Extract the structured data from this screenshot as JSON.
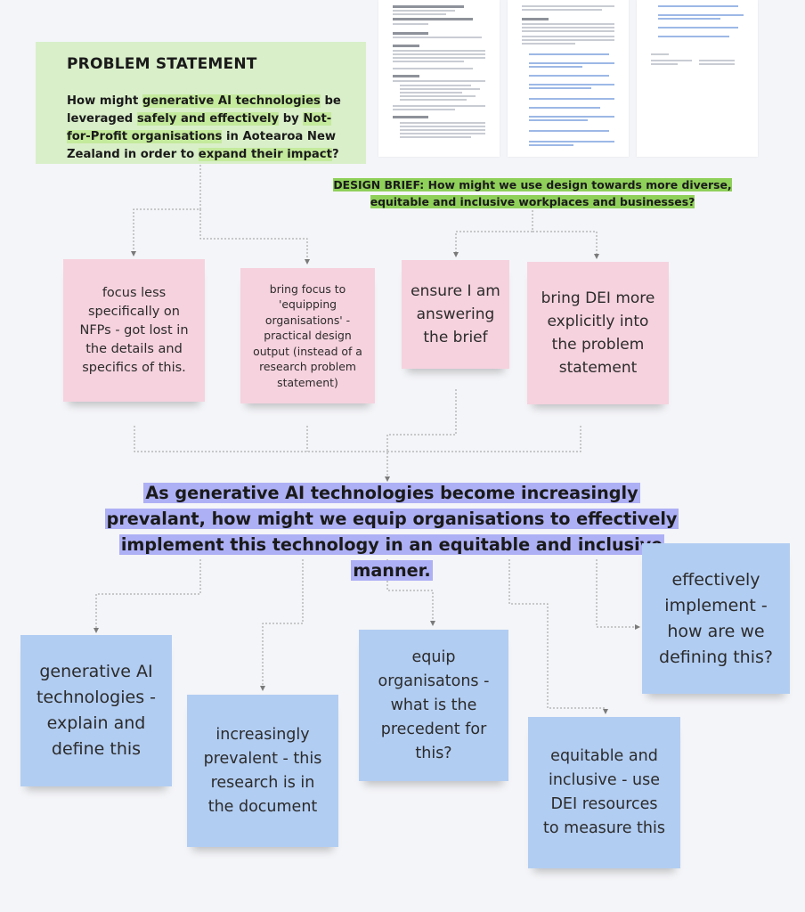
{
  "problem_statement": {
    "title": "PROBLEM STATEMENT",
    "t1": "How might ",
    "h1": "generative AI technologies",
    "t2": " be leveraged ",
    "h2": "safely and effectively",
    "t3": " by ",
    "h3": "Not-for-Profit organisations",
    "t4": " in Aotearoa New Zealand in order to ",
    "h4": "expand their impact",
    "t5": "?"
  },
  "design_brief": "DESIGN BRIEF: How might we use design towards more diverse, equitable and inclusive workplaces and businesses?",
  "feedback_notes": [
    "focus less specifically on NFPs - got lost in the details and specifics of this.",
    "bring focus to 'equipping organisations' - practical design output (instead of a research problem statement)",
    "ensure I am answering the brief",
    "bring DEI more explicitly into the problem statement"
  ],
  "revised_statement": "As generative AI technologies become increasingly prevalant, how might we equip organisations to effectively implement this technology in an equitable and inclusive manner.",
  "breakdown_notes": [
    "generative AI technologies - explain and define this",
    "increasingly prevalent - this research is in the document",
    "equip organisatons - what is the precedent for this?",
    "equitable and inclusive - use DEI resources to measure this",
    "effectively implement - how are we defining this?"
  ],
  "colors": {
    "problem_bg": "#d9efc9",
    "problem_highlight": "#c4ea9c",
    "brief_highlight": "#8fd05a",
    "pink_note": "#f6d2de",
    "blue_note": "#b2cdf2",
    "statement_highlight": "#aeb0f5",
    "canvas": "#f4f5f8"
  }
}
